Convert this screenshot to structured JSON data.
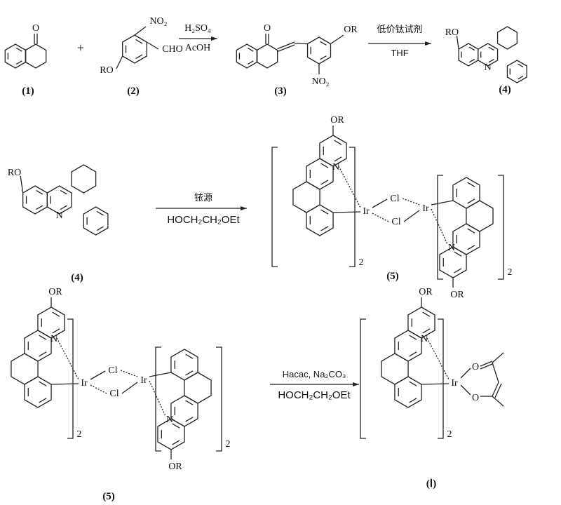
{
  "scheme": {
    "compound_labels": [
      "(1)",
      "(2)",
      "(3)",
      "(4)",
      "(4)",
      "(5)",
      "(5)",
      "(Ⅰ)"
    ],
    "plus": "+",
    "steps": [
      {
        "above": "H₂SO₄",
        "below": "AcOH"
      },
      {
        "above": "低价钛试剂",
        "below": "THF"
      },
      {
        "above": "铱源",
        "below": "HOCH₂CH₂OEt"
      },
      {
        "above": "Hacac, Na₂CO₃",
        "below": "HOCH₂CH₂OEt"
      }
    ],
    "atoms": {
      "O": "O",
      "OR": "OR",
      "RO": "RO",
      "NO2": "NO₂",
      "CHO": "CHO",
      "N": "N",
      "Ir": "Ir",
      "Cl": "Cl",
      "count": "2"
    }
  }
}
